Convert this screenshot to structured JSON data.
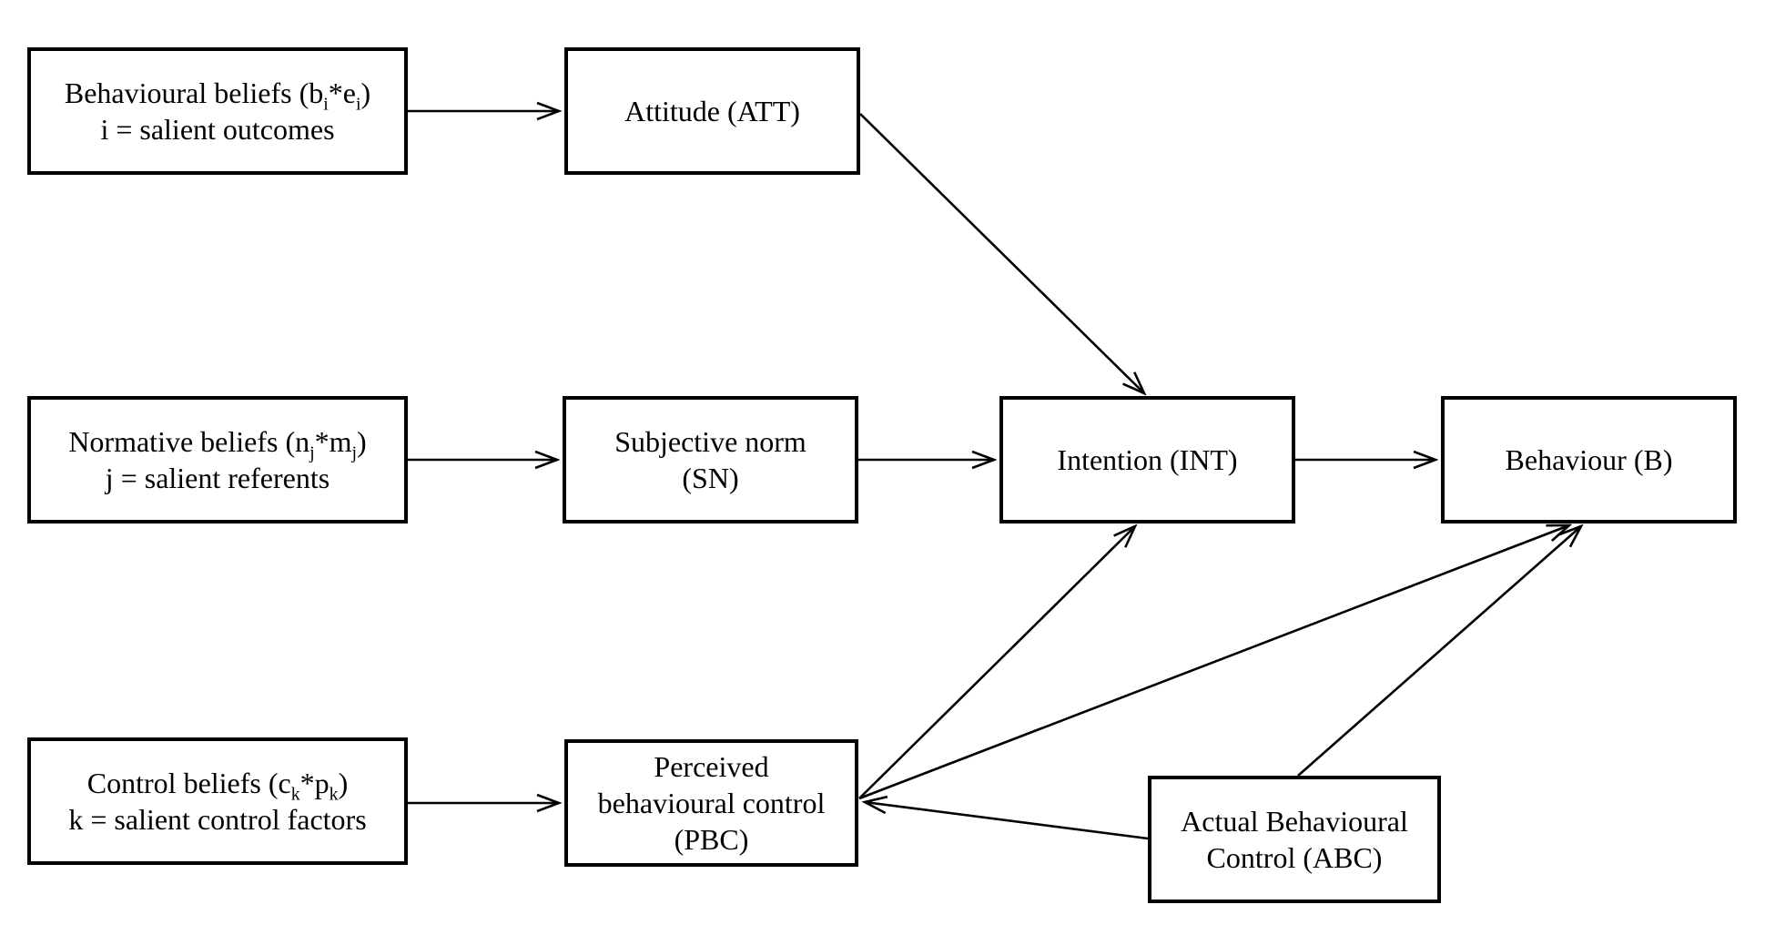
{
  "canvas": {
    "background_color": "#ffffff",
    "line_color": "#000000",
    "box_border_color": "#000000",
    "text_color": "#000000"
  },
  "nodes": {
    "behavioural_beliefs": {
      "lines": [
        {
          "rich": [
            {
              "t": "Behavioural beliefs (b"
            },
            {
              "t": "i",
              "sub": true
            },
            {
              "t": "*e"
            },
            {
              "t": "i",
              "sub": true
            },
            {
              "t": ")"
            }
          ]
        },
        {
          "text": "i = salient outcomes"
        }
      ]
    },
    "attitude": {
      "lines": [
        {
          "text": "Attitude (ATT)"
        }
      ]
    },
    "normative_beliefs": {
      "lines": [
        {
          "rich": [
            {
              "t": "Normative beliefs (n"
            },
            {
              "t": "j",
              "sub": true
            },
            {
              "t": "*m"
            },
            {
              "t": "j",
              "sub": true
            },
            {
              "t": ")"
            }
          ]
        },
        {
          "text": "j = salient referents"
        }
      ]
    },
    "subjective_norm": {
      "lines": [
        {
          "text": "Subjective norm"
        },
        {
          "text": "(SN)"
        }
      ]
    },
    "intention": {
      "lines": [
        {
          "text": "Intention (INT)"
        }
      ]
    },
    "behaviour": {
      "lines": [
        {
          "text": "Behaviour (B)"
        }
      ]
    },
    "control_beliefs": {
      "lines": [
        {
          "rich": [
            {
              "t": "Control beliefs (c"
            },
            {
              "t": "k",
              "sub": true
            },
            {
              "t": "*p"
            },
            {
              "t": "k",
              "sub": true
            },
            {
              "t": ")"
            }
          ]
        },
        {
          "text": "k = salient control factors"
        }
      ]
    },
    "pbc": {
      "lines": [
        {
          "text": "Perceived"
        },
        {
          "text": "behavioural control"
        },
        {
          "text": "(PBC)"
        }
      ]
    },
    "abc": {
      "lines": [
        {
          "text": "Actual Behavioural"
        },
        {
          "text": "Control (ABC)"
        }
      ]
    }
  },
  "edges": [
    {
      "from": "behavioural_beliefs",
      "to": "attitude"
    },
    {
      "from": "attitude",
      "to": "intention"
    },
    {
      "from": "normative_beliefs",
      "to": "subjective_norm"
    },
    {
      "from": "subjective_norm",
      "to": "intention"
    },
    {
      "from": "intention",
      "to": "behaviour"
    },
    {
      "from": "control_beliefs",
      "to": "pbc"
    },
    {
      "from": "pbc",
      "to": "intention"
    },
    {
      "from": "pbc",
      "to": "behaviour"
    },
    {
      "from": "abc",
      "to": "behaviour"
    },
    {
      "from": "abc",
      "to": "pbc"
    }
  ]
}
